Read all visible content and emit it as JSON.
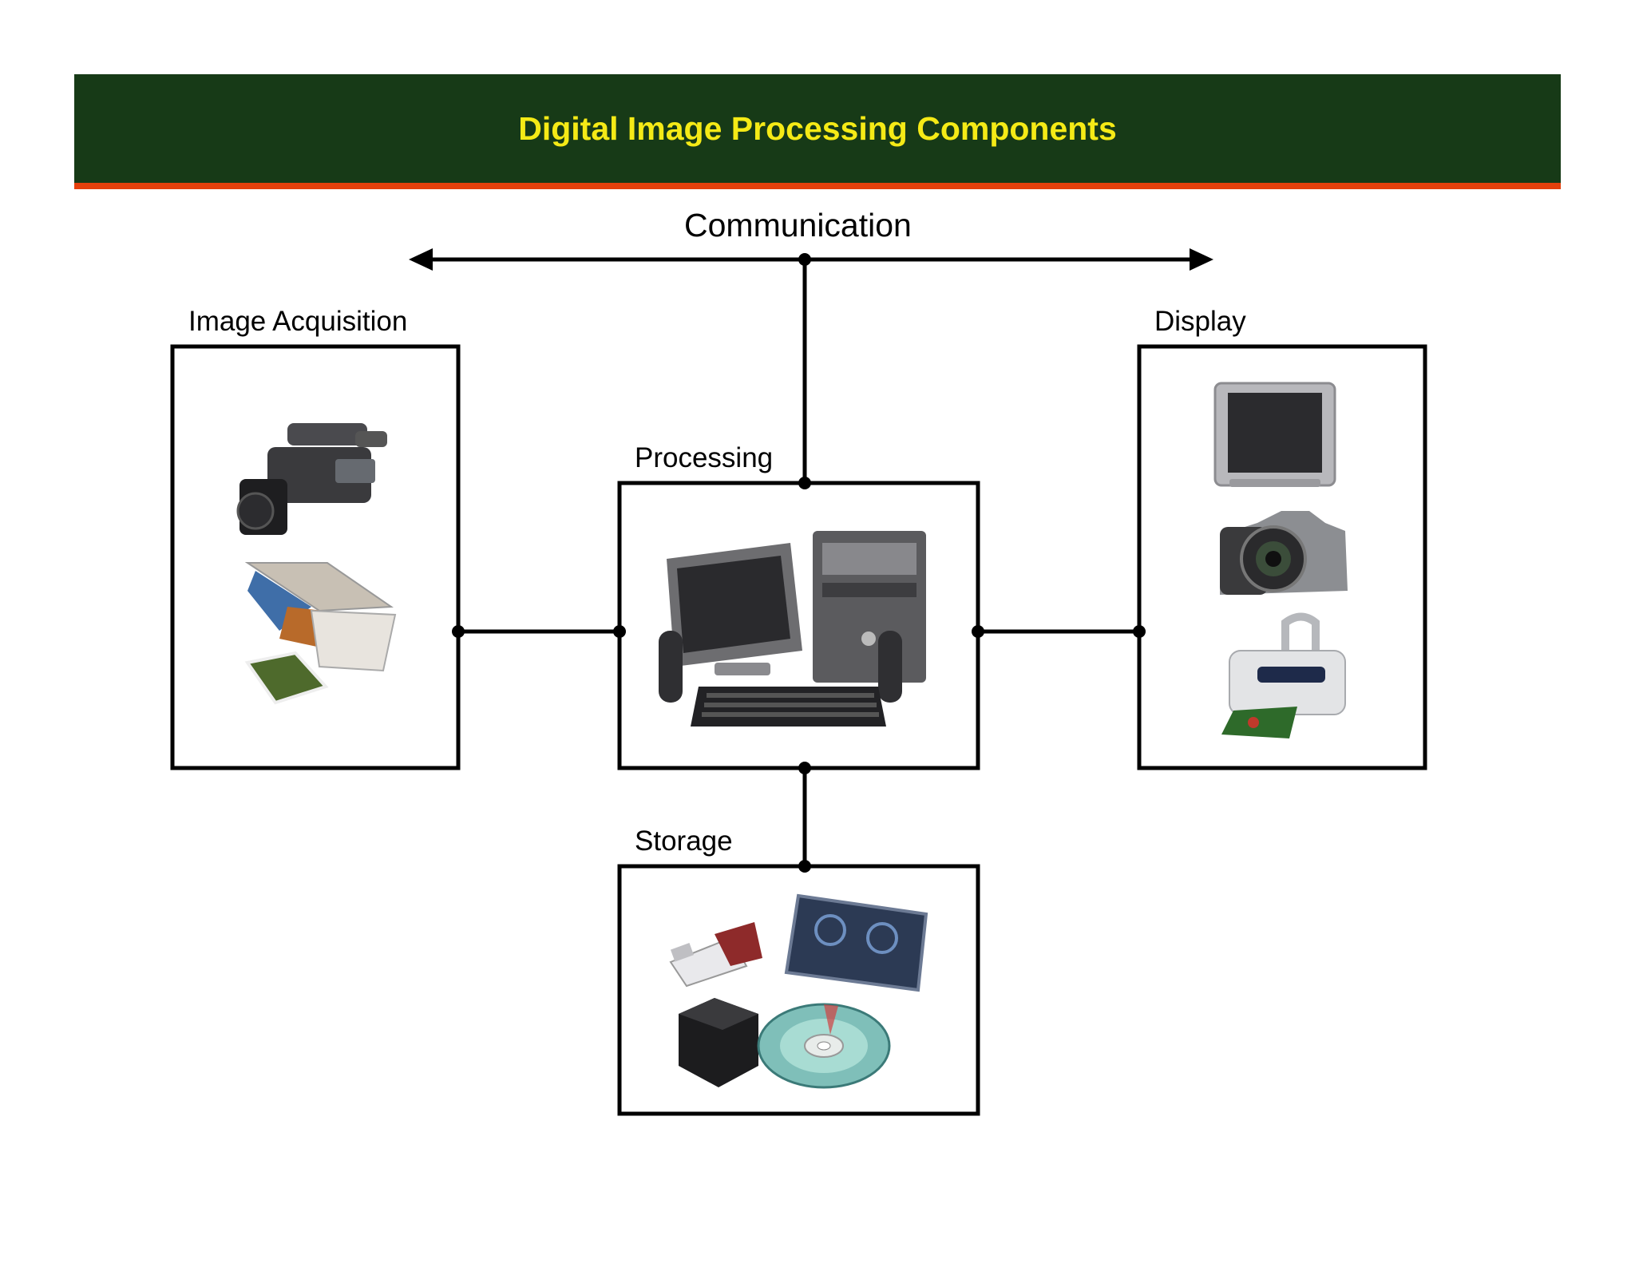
{
  "title": "Digital Image Processing Components",
  "labels": {
    "communication": "Communication",
    "acquisition": "Image Acquisition",
    "processing": "Processing",
    "display": "Display",
    "storage": "Storage"
  },
  "colors": {
    "title_bg": "#173a17",
    "title_text": "#f5ea16",
    "title_underline": "#e5400c",
    "lines": "#000000"
  },
  "icons": {
    "acquisition": [
      "video-camera-icon",
      "flatbed-scanner-icon",
      "photo-print-icon"
    ],
    "processing": [
      "desktop-computer-icon"
    ],
    "display": [
      "television-icon",
      "dslr-camera-icon",
      "inkjet-printer-icon"
    ],
    "storage": [
      "usb-flash-drive-icon",
      "portable-hard-drive-icon",
      "external-drive-box-icon",
      "optical-disc-icon"
    ]
  }
}
